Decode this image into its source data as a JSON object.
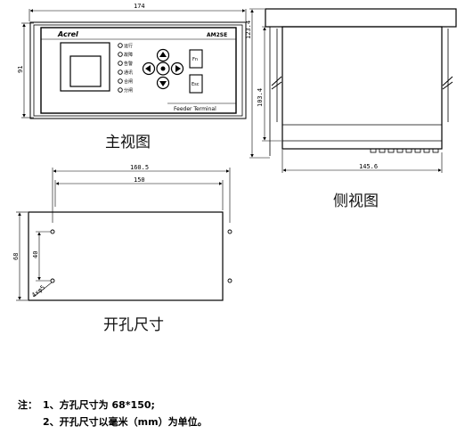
{
  "front_view": {
    "caption": "主视图",
    "dim_width": "174",
    "dim_height": "91",
    "brand": "Acrel",
    "model": "AM2SE",
    "footer": "Feeder Terminal",
    "leds": [
      "运行",
      "故障",
      "告警",
      "通讯",
      "合闸",
      "分闸"
    ],
    "key_labels": [
      "Fn",
      "Esc"
    ]
  },
  "side_view": {
    "caption": "侧视图",
    "dim_depth": "145.6",
    "dim_height_outer": "123.4",
    "dim_height_inner": "103.4"
  },
  "cutout": {
    "caption": "开孔尺寸",
    "dim_outer_width": "160.5",
    "dim_cut_width": "150",
    "dim_height": "68",
    "dim_inner": "40",
    "dim_hole": "4×φ5"
  },
  "notes": {
    "title": "注：",
    "line1": "1、方孔尺寸为 68*150;",
    "line2": "2、开孔尺寸以毫米（mm）为单位。"
  }
}
